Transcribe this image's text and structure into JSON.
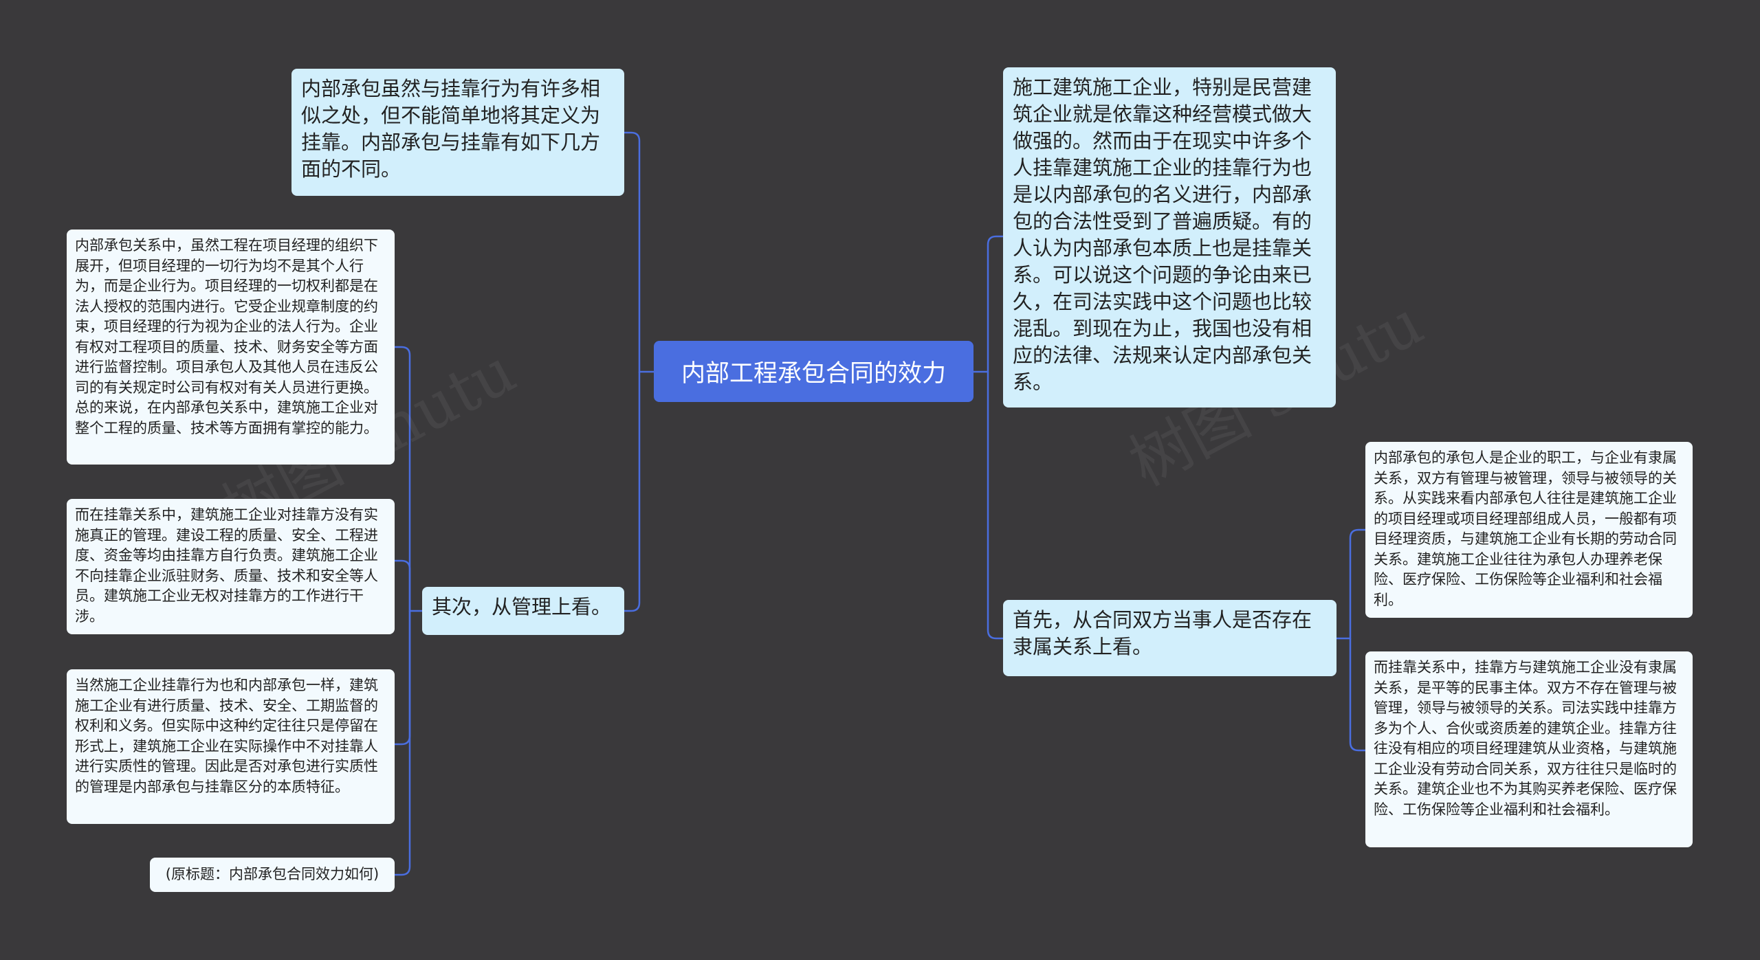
{
  "root": {
    "label": "内部工程承包合同的效力"
  },
  "left": {
    "intro": "内部承包虽然与挂靠行为有许多相似之处，但不能简单地将其定义为挂靠。内部承包与挂靠有如下几方面的不同。",
    "management": {
      "label": "其次，从管理上看。",
      "details": [
        "内部承包关系中，虽然工程在项目经理的组织下展开，但项目经理的一切行为均不是其个人行为，而是企业行为。项目经理的一切权利都是在法人授权的范围内进行。它受企业规章制度的约束，项目经理的行为视为企业的法人行为。企业有权对工程项目的质量、技术、财务安全等方面进行监督控制。项目承包人及其他人员在违反公司的有关规定时公司有权对有关人员进行更换。总的来说，在内部承包关系中，建筑施工企业对整个工程的质量、技术等方面拥有掌控的能力。",
        "而在挂靠关系中，建筑施工企业对挂靠方没有实施真正的管理。建设工程的质量、安全、工程进度、资金等均由挂靠方自行负责。建筑施工企业不向挂靠企业派驻财务、质量、技术和安全等人员。建筑施工企业无权对挂靠方的工作进行干涉。",
        "当然施工企业挂靠行为也和内部承包一样，建筑施工企业有进行质量、技术、安全、工期监督的权利和义务。但实际中这种约定往往只是停留在形式上，建筑施工企业在实际操作中不对挂靠人进行实质性的管理。因此是否对承包进行实质性的管理是内部承包与挂靠区分的本质特征。",
        "(原标题：内部承包合同效力如何)"
      ]
    }
  },
  "right": {
    "background": "施工建筑施工企业，特别是民营建筑企业就是依靠这种经营模式做大做强的。然而由于在现实中许多个人挂靠建筑施工企业的挂靠行为也是以内部承包的名义进行，内部承包的合法性受到了普遍质疑。有的人认为内部承包本质上也是挂靠关系。可以说这个问题的争论由来已久，在司法实践中这个问题也比较混乱。到现在为止，我国也没有相应的法律、法规来认定内部承包关系。",
    "parties": {
      "label": "首先，从合同双方当事人是否存在隶属关系上看。",
      "details": [
        "内部承包的承包人是企业的职工，与企业有隶属关系，双方有管理与被管理，领导与被领导的关系。从实践来看内部承包人往往是建筑施工企业的项目经理或项目经理部组成人员，一般都有项目经理资质，与建筑施工企业有长期的劳动合同关系。建筑施工企业往往为承包人办理养老保险、医疗保险、工伤保险等企业福利和社会福利。",
        "而挂靠关系中，挂靠方与建筑施工企业没有隶属关系，是平等的民事主体。双方不存在管理与被管理，领导与被领导的关系。司法实践中挂靠方多为个人、合伙或资质差的建筑企业。挂靠方往往没有相应的项目经理建筑从业资格，与建筑施工企业没有劳动合同关系，双方往往只是临时的关系。建筑企业也不为其购买养老保险、医疗保险、工伤保险等企业福利和社会福利。"
      ]
    }
  },
  "colors": {
    "background": "#3a393b",
    "root": "#4a6ee0",
    "level1": "#d2effc",
    "level2": "#f3fafe",
    "connector": "#4a6ee0"
  }
}
